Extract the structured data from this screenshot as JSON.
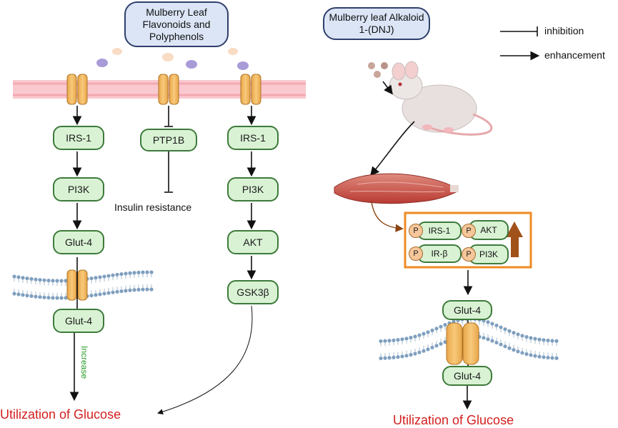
{
  "left": {
    "callout": "Mulberry Leaf\nFlavonoids and\nPolyphenols",
    "col1": [
      "IRS-1",
      "PI3K",
      "Glut-4",
      "Glut-4"
    ],
    "col2": [
      "PTP1B"
    ],
    "col3": [
      "IRS-1",
      "PI3K",
      "AKT",
      "GSK3β"
    ],
    "insulin_resistance": "Insulin resistance",
    "increase": "Increase",
    "utilization": "Utilization of Glucose"
  },
  "right": {
    "callout": "Mulberry leaf Alkaloid\n1-(DNJ)",
    "legend": {
      "inhibition": "inhibition",
      "enhancement": "enhancement"
    },
    "box": {
      "p": "P",
      "irs1": "IRS-1",
      "akt": "AKT",
      "irb": "IR-β",
      "pi3k": "PI3K"
    },
    "glut_top": "Glut-4",
    "glut_bottom": "Glut-4",
    "utilization": "Utilization of Glucose"
  },
  "colors": {
    "node_fill": "#d9f2d4",
    "node_border": "#3d7a3a",
    "callout_fill": "#dbe5f6",
    "membrane": "#f9c9cf",
    "receptor": "#f3b45c",
    "util_text": "#d31f1f",
    "increase_text": "#2a9d2a",
    "orange_box": "#f08a24",
    "brown_arrow": "#8b4513"
  }
}
